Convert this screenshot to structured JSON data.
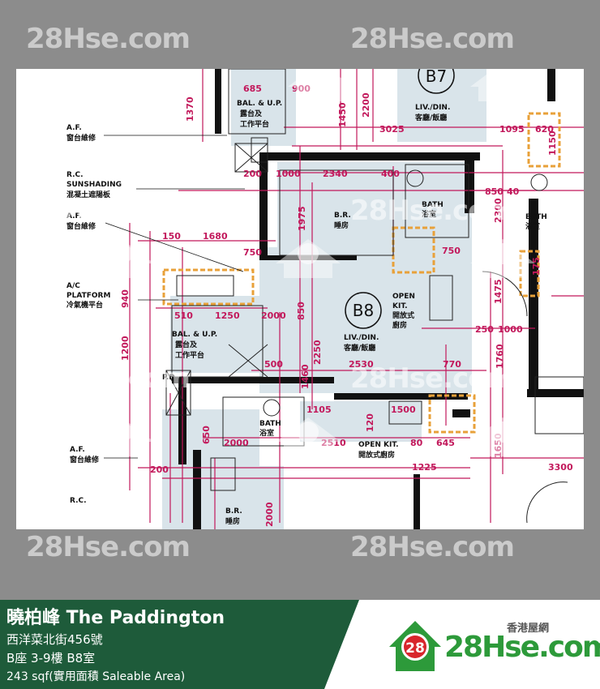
{
  "watermark": {
    "text": "28Hse.com",
    "badge": "28"
  },
  "floorplan": {
    "unit_label": "B8",
    "top_unit_label": "B7",
    "labels": {
      "af1": "A.F.",
      "af1_zh": "窗台維修",
      "rc": "R.C.",
      "sunshading": "SUNSHADING",
      "sunshading_zh": "混凝土遮陽板",
      "af2": "A.F.",
      "af2_zh": "窗台維修",
      "ac": "A/C",
      "platform": "PLATFORM",
      "platform_zh": "冷氣機平台",
      "bal_up": "BAL. & U.P.",
      "bal_up_zh1": "露台及",
      "bal_up_zh2": "工作平台",
      "bal_up_top": "BAL. & U.P.",
      "bal_up_top_zh1": "露台及",
      "bal_up_top_zh2": "工作平台",
      "br": "B.R.",
      "br_zh": "睡房",
      "bath": "BATH",
      "bath_zh": "浴室",
      "bath2": "BATH",
      "bath2_zh": "浴室",
      "bath3": "BATH",
      "bath3_zh": "浴室",
      "open_kit": "OPEN",
      "open_kit2": "KIT.",
      "open_kit_zh": "開放式",
      "open_kit_zh2": "廚房",
      "liv_din": "LIV./DIN.",
      "liv_din_zh": "客廳/飯廳",
      "liv_din_top": "LIV./DIN.",
      "liv_din_top_zh": "客廳/飯廳",
      "open_kit_bottom": "OPEN KIT.",
      "open_kit_bottom_zh": "開放式廚房",
      "af3": "A.F.",
      "af3_zh": "窗台維修",
      "rc2": "R.C.",
      "br2": "B.R.",
      "br2_zh": "睡房",
      "pd": "P.D."
    },
    "dimensions": {
      "d685": "685",
      "d900": "900",
      "d1370": "1370",
      "d1450": "1450",
      "d2200": "2200",
      "d3025": "3025",
      "d1095": "1095",
      "d620": "620",
      "d1150": "1150",
      "d200": "200",
      "d1000": "1000",
      "d2340": "2340",
      "d400": "400",
      "d1975": "1975",
      "d2300": "2300",
      "d850": "850",
      "d40": "40",
      "d150": "150",
      "d1680": "1680",
      "d750": "750",
      "d750b": "750",
      "d940": "940",
      "d850b": "850",
      "d1475": "1475",
      "d175": "175",
      "d510": "510",
      "d1250": "1250",
      "d2000": "2000",
      "d2250": "2250",
      "d250": "250",
      "d1000b": "1000",
      "d1200": "1200",
      "d1760": "1760",
      "d500": "500",
      "d1460": "1460",
      "d2530": "2530",
      "d770": "770",
      "d1105": "1105",
      "d1500": "1500",
      "d120": "120",
      "d2000b": "2000",
      "d2510": "2510",
      "d80": "80",
      "d645": "645",
      "d1225": "1225",
      "d3300": "3300",
      "d200b": "200",
      "d2000c": "2000",
      "d1650": "1650",
      "d650": "650"
    }
  },
  "footer": {
    "title": "曉柏峰 The Paddington",
    "address": "西洋菜北街456號",
    "unit": "B座 3-9樓 B8室",
    "area": "243 sqf(實用面積 Saleable Area)",
    "brand_tag": "香港屋網",
    "brand_name": "28Hse.com",
    "brand_badge": "28"
  },
  "colors": {
    "background": "#8c8c8c",
    "footer_green": "#1e5b3a",
    "brand_green": "#2d9a3a",
    "brand_red": "#d8262c",
    "dim_red": "#c2185b",
    "room_fill": "#d9e4ea",
    "highlight_orange": "#e8a13a"
  }
}
